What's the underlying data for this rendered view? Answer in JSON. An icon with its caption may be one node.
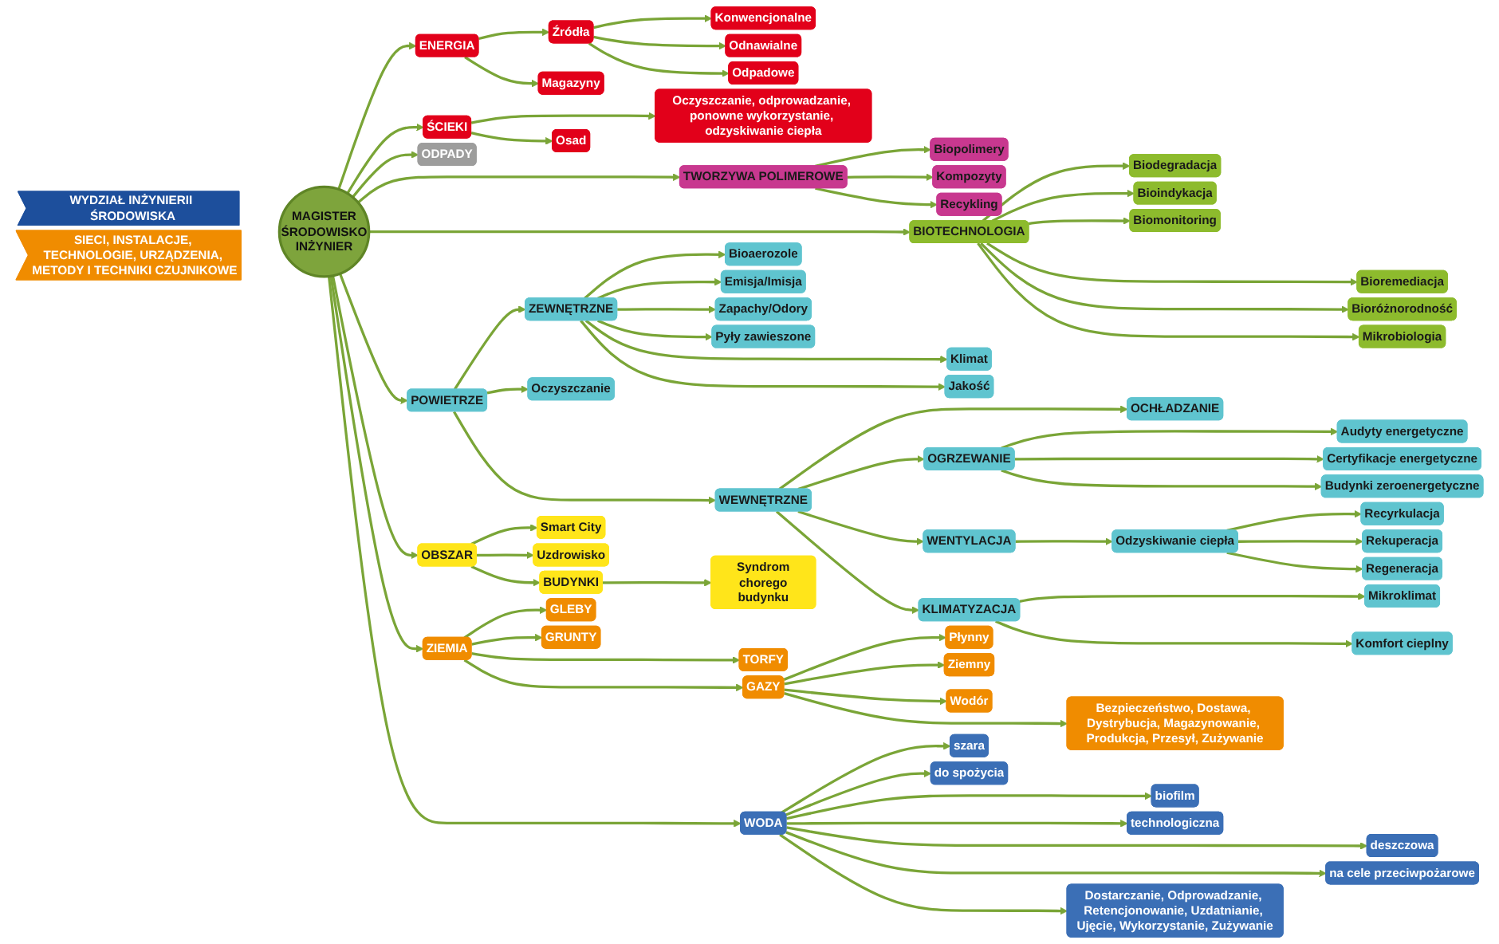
{
  "diagram": {
    "nodes": [
      {
        "text": [
          "MAGISTER",
          "ŚRODOWISKO",
          "INŻYNIER"
        ]
      },
      {
        "text": [
          "WYDZIAŁ INŻYNIERII ŚRODOWISKA"
        ]
      },
      {
        "text": [
          "SIECI, INSTALACJE, TECHNOLOGIE, URZĄDZENIA, METODY I TECHNIKI CZUJNIKOWE"
        ]
      },
      {
        "text": [
          "ENERGIA"
        ]
      },
      {
        "text": [
          "Źródła"
        ]
      },
      {
        "text": [
          "Magazyny"
        ]
      },
      {
        "text": [
          "Konwencjonalne"
        ]
      },
      {
        "text": [
          "Odnawialne"
        ]
      },
      {
        "text": [
          "Odpadowe"
        ]
      },
      {
        "text": [
          "ŚCIEKI"
        ]
      },
      {
        "text": [
          "Oczyszczanie, odprowadzanie, ponowne wykorzystanie, odzyskiwanie ciepła"
        ]
      },
      {
        "text": [
          "Osad"
        ]
      },
      {
        "text": [
          "ODPADY"
        ]
      },
      {
        "text": [
          "TWORZYWA POLIMEROWE"
        ]
      },
      {
        "text": [
          "Biopolimery"
        ]
      },
      {
        "text": [
          "Kompozyty"
        ]
      },
      {
        "text": [
          "Recykling"
        ]
      },
      {
        "text": [
          "BIOTECHNOLOGIA"
        ]
      },
      {
        "text": [
          "Biodegradacja"
        ]
      },
      {
        "text": [
          "Bioindykacja"
        ]
      },
      {
        "text": [
          "Biomonitoring"
        ]
      },
      {
        "text": [
          "Bioremediacja"
        ]
      },
      {
        "text": [
          "Bioróżnorodność"
        ]
      },
      {
        "text": [
          "Mikrobiologia"
        ]
      },
      {
        "text": [
          "POWIETRZE"
        ]
      },
      {
        "text": [
          "ZEWNĘTRZNE"
        ]
      },
      {
        "text": [
          "Bioaerozole"
        ]
      },
      {
        "text": [
          "Emisja/Imisja"
        ]
      },
      {
        "text": [
          "Zapachy/Odory"
        ]
      },
      {
        "text": [
          "Pyły zawieszone"
        ]
      },
      {
        "text": [
          "Klimat"
        ]
      },
      {
        "text": [
          "Jakość"
        ]
      },
      {
        "text": [
          "Oczyszczanie"
        ]
      },
      {
        "text": [
          "WEWNĘTRZNE"
        ]
      },
      {
        "text": [
          "OCHŁADZANIE"
        ]
      },
      {
        "text": [
          "OGRZEWANIE"
        ]
      },
      {
        "text": [
          "Audyty energetyczne"
        ]
      },
      {
        "text": [
          "Certyfikacje energetyczne"
        ]
      },
      {
        "text": [
          "Budynki zeroenergetyczne"
        ]
      },
      {
        "text": [
          "WENTYLACJA"
        ]
      },
      {
        "text": [
          "Odzyskiwanie ciepła"
        ]
      },
      {
        "text": [
          "Recyrkulacja"
        ]
      },
      {
        "text": [
          "Rekuperacja"
        ]
      },
      {
        "text": [
          "Regeneracja"
        ]
      },
      {
        "text": [
          "KLIMATYZACJA"
        ]
      },
      {
        "text": [
          "Mikroklimat"
        ]
      },
      {
        "text": [
          "Komfort cieplny"
        ]
      },
      {
        "text": [
          "OBSZAR"
        ]
      },
      {
        "text": [
          "Smart City"
        ]
      },
      {
        "text": [
          "Uzdrowisko"
        ]
      },
      {
        "text": [
          "BUDYNKI"
        ]
      },
      {
        "text": [
          "Syndrom chorego budynku"
        ]
      },
      {
        "text": [
          "ZIEMIA"
        ]
      },
      {
        "text": [
          "GLEBY"
        ]
      },
      {
        "text": [
          "GRUNTY"
        ]
      },
      {
        "text": [
          "TORFY"
        ]
      },
      {
        "text": [
          "GAZY"
        ]
      },
      {
        "text": [
          "Płynny"
        ]
      },
      {
        "text": [
          "Ziemny"
        ]
      },
      {
        "text": [
          "Wodór"
        ]
      },
      {
        "text": [
          "Bezpieczeństwo, Dostawa, Dystrybucja, Magazynowanie, Produkcja, Przesył, Zużywanie"
        ]
      },
      {
        "text": [
          "WODA"
        ]
      },
      {
        "text": [
          "szara"
        ]
      },
      {
        "text": [
          "do spożycia"
        ]
      },
      {
        "text": [
          "biofilm"
        ]
      },
      {
        "text": [
          "technologiczna"
        ]
      },
      {
        "text": [
          "deszczowa"
        ]
      },
      {
        "text": [
          "na cele przeciwpożarowe"
        ]
      },
      {
        "text": [
          "Dostarczanie, Odprowadzanie, Retencjonowanie, Uzdatnianie, Ujęcie, Wykorzystanie, Zużywanie"
        ]
      }
    ],
    "edges": [
      {
        "from": 0,
        "to": 3,
        "arrow": "to"
      },
      {
        "from": 0,
        "to": 9,
        "arrow": "to"
      },
      {
        "from": 0,
        "to": 12,
        "arrow": "to"
      },
      {
        "from": 0,
        "to": 13,
        "arrow": "to"
      },
      {
        "from": 0,
        "to": 17,
        "arrow": "to"
      },
      {
        "from": 0,
        "to": 24,
        "arrow": "to"
      },
      {
        "from": 0,
        "to": 47,
        "arrow": "to"
      },
      {
        "from": 0,
        "to": 52,
        "arrow": "to"
      },
      {
        "from": 0,
        "to": 61,
        "arrow": "to"
      },
      {
        "from": 3,
        "to": 4,
        "arrow": "to"
      },
      {
        "from": 3,
        "to": 5,
        "arrow": "to"
      },
      {
        "from": 4,
        "to": 6,
        "arrow": "to"
      },
      {
        "from": 4,
        "to": 7,
        "arrow": "to"
      },
      {
        "from": 4,
        "to": 8,
        "arrow": "to"
      },
      {
        "from": 9,
        "to": 10,
        "arrow": "to"
      },
      {
        "from": 9,
        "to": 11,
        "arrow": "to"
      },
      {
        "from": 13,
        "to": 14,
        "arrow": "to"
      },
      {
        "from": 13,
        "to": 15,
        "arrow": "to"
      },
      {
        "from": 13,
        "to": 16,
        "arrow": "to"
      },
      {
        "from": 17,
        "to": 18,
        "arrow": "to"
      },
      {
        "from": 17,
        "to": 19,
        "arrow": "to"
      },
      {
        "from": 17,
        "to": 20,
        "arrow": "to"
      },
      {
        "from": 17,
        "to": 21,
        "arrow": "to"
      },
      {
        "from": 17,
        "to": 22,
        "arrow": "to"
      },
      {
        "from": 17,
        "to": 23,
        "arrow": "to"
      },
      {
        "from": 24,
        "to": 25,
        "arrow": "to"
      },
      {
        "from": 24,
        "to": 32,
        "arrow": "to"
      },
      {
        "from": 24,
        "to": 33,
        "arrow": "to"
      },
      {
        "from": 25,
        "to": 26,
        "arrow": "to"
      },
      {
        "from": 25,
        "to": 27,
        "arrow": "to"
      },
      {
        "from": 25,
        "to": 28,
        "arrow": "to"
      },
      {
        "from": 25,
        "to": 29,
        "arrow": "to"
      },
      {
        "from": 25,
        "to": 30,
        "arrow": "to"
      },
      {
        "from": 25,
        "to": 31,
        "arrow": "to"
      },
      {
        "from": 33,
        "to": 34,
        "arrow": "to"
      },
      {
        "from": 33,
        "to": 35,
        "arrow": "to"
      },
      {
        "from": 33,
        "to": 39,
        "arrow": "to"
      },
      {
        "from": 33,
        "to": 44,
        "arrow": "to"
      },
      {
        "from": 35,
        "to": 36,
        "arrow": "to"
      },
      {
        "from": 35,
        "to": 37,
        "arrow": "to"
      },
      {
        "from": 35,
        "to": 38,
        "arrow": "to"
      },
      {
        "from": 39,
        "to": 40,
        "arrow": "to"
      },
      {
        "from": 40,
        "to": 41,
        "arrow": "to"
      },
      {
        "from": 40,
        "to": 42,
        "arrow": "to"
      },
      {
        "from": 40,
        "to": 43,
        "arrow": "to"
      },
      {
        "from": 44,
        "to": 45,
        "arrow": "to"
      },
      {
        "from": 44,
        "to": 46,
        "arrow": "to"
      },
      {
        "from": 47,
        "to": 48,
        "arrow": "to"
      },
      {
        "from": 47,
        "to": 49,
        "arrow": "to"
      },
      {
        "from": 47,
        "to": 50,
        "arrow": "to"
      },
      {
        "from": 50,
        "to": 51,
        "arrow": "to"
      },
      {
        "from": 52,
        "to": 53,
        "arrow": "to"
      },
      {
        "from": 52,
        "to": 54,
        "arrow": "to"
      },
      {
        "from": 52,
        "to": 55,
        "arrow": "to"
      },
      {
        "from": 52,
        "to": 56,
        "arrow": "to"
      },
      {
        "from": 56,
        "to": 57,
        "arrow": "to"
      },
      {
        "from": 56,
        "to": 58,
        "arrow": "to"
      },
      {
        "from": 56,
        "to": 59,
        "arrow": "to"
      },
      {
        "from": 56,
        "to": 60,
        "arrow": "to"
      },
      {
        "from": 61,
        "to": 62,
        "arrow": "to"
      },
      {
        "from": 61,
        "to": 63,
        "arrow": "to"
      },
      {
        "from": 61,
        "to": 64,
        "arrow": "to"
      },
      {
        "from": 61,
        "to": 65,
        "arrow": "to"
      },
      {
        "from": 61,
        "to": 66,
        "arrow": "to"
      },
      {
        "from": 61,
        "to": 67,
        "arrow": "to"
      },
      {
        "from": 61,
        "to": 68,
        "arrow": "to"
      }
    ]
  }
}
